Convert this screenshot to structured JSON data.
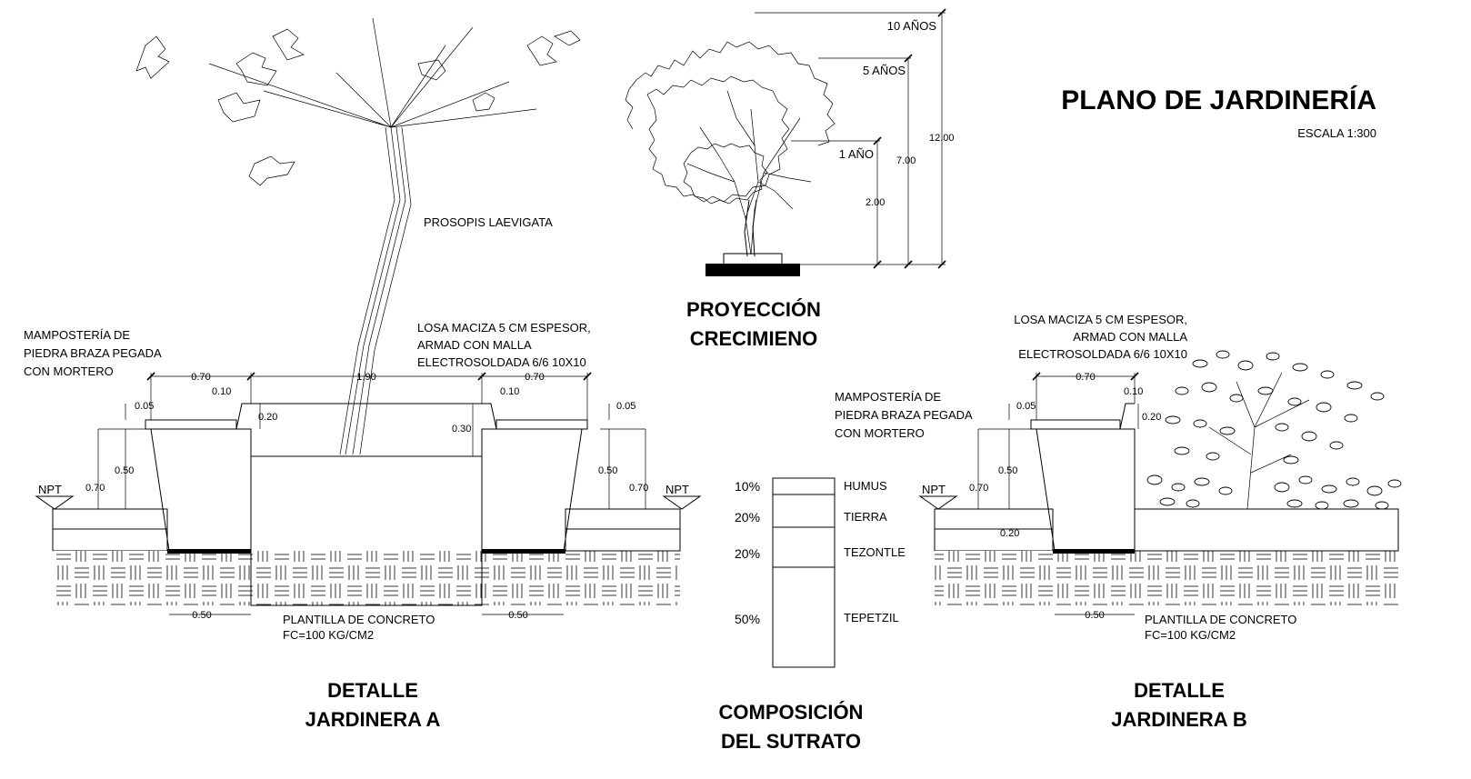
{
  "title": "PLANO DE JARDINERÍA",
  "scale": "ESCALA 1:300",
  "tree_growth": {
    "caption_line1": "PROYECCIÓN",
    "caption_line2": "CRECIMIENO",
    "stages": [
      {
        "label": "10 AÑOS",
        "height": "12.00"
      },
      {
        "label": "5 AÑOS",
        "height": "7.00"
      },
      {
        "label": "1 AÑO",
        "height": "2.00"
      }
    ]
  },
  "detail_a": {
    "title_line1": "DETALLE",
    "title_line2": "JARDINERA A",
    "species": "PROSOPIS LAEVIGATA",
    "masonry_note": [
      "MAMPOSTERÍA DE",
      "PIEDRA BRAZA PEGADA",
      "CON MORTERO"
    ],
    "slab_note": [
      "LOSA MACIZA 5 CM ESPESOR,",
      "ARMAD CON MALLA",
      "ELECTROSOLDADA 6/6 10X10"
    ],
    "base_note": [
      "PLANTILLA DE CONCRETO",
      "FC=100 KG/CM2"
    ],
    "level_tag": "NPT",
    "dims": {
      "top_left": "0.70",
      "top_center": "1.90",
      "top_right": "0.70",
      "cap_left": "0.10",
      "cap_right": "0.10",
      "edge_left": "0.05",
      "edge_right": "0.05",
      "step_left": "0.20",
      "step_right": "0.30",
      "wall_left": "0.50",
      "wall_right": "0.50",
      "total_left": "0.70",
      "total_right": "0.70",
      "base_left": "0.50",
      "base_right": "0.50"
    }
  },
  "substrate": {
    "title_line1": "COMPOSICIÓN",
    "title_line2": "DEL SUTRATO",
    "layers": [
      {
        "percent": "10%",
        "name": "HUMUS"
      },
      {
        "percent": "20%",
        "name": "TIERRA"
      },
      {
        "percent": "20%",
        "name": "TEZONTLE"
      },
      {
        "percent": "50%",
        "name": "TEPETZIL"
      }
    ]
  },
  "detail_b": {
    "title_line1": "DETALLE",
    "title_line2": "JARDINERA B",
    "masonry_note": [
      "MAMPOSTERÍA DE",
      "PIEDRA BRAZA PEGADA",
      "CON MORTERO"
    ],
    "slab_note": [
      "LOSA MACIZA 5 CM ESPESOR,",
      "ARMAD CON MALLA",
      "ELECTROSOLDADA 6/6 10X10"
    ],
    "base_note": [
      "PLANTILLA DE CONCRETO",
      "FC=100 KG/CM2"
    ],
    "level_tag": "NPT",
    "dims": {
      "top": "0.70",
      "cap": "0.10",
      "edge": "0.05",
      "step": "0.20",
      "wall": "0.50",
      "total": "0.70",
      "base": "0.50",
      "soil": "0.20"
    }
  }
}
